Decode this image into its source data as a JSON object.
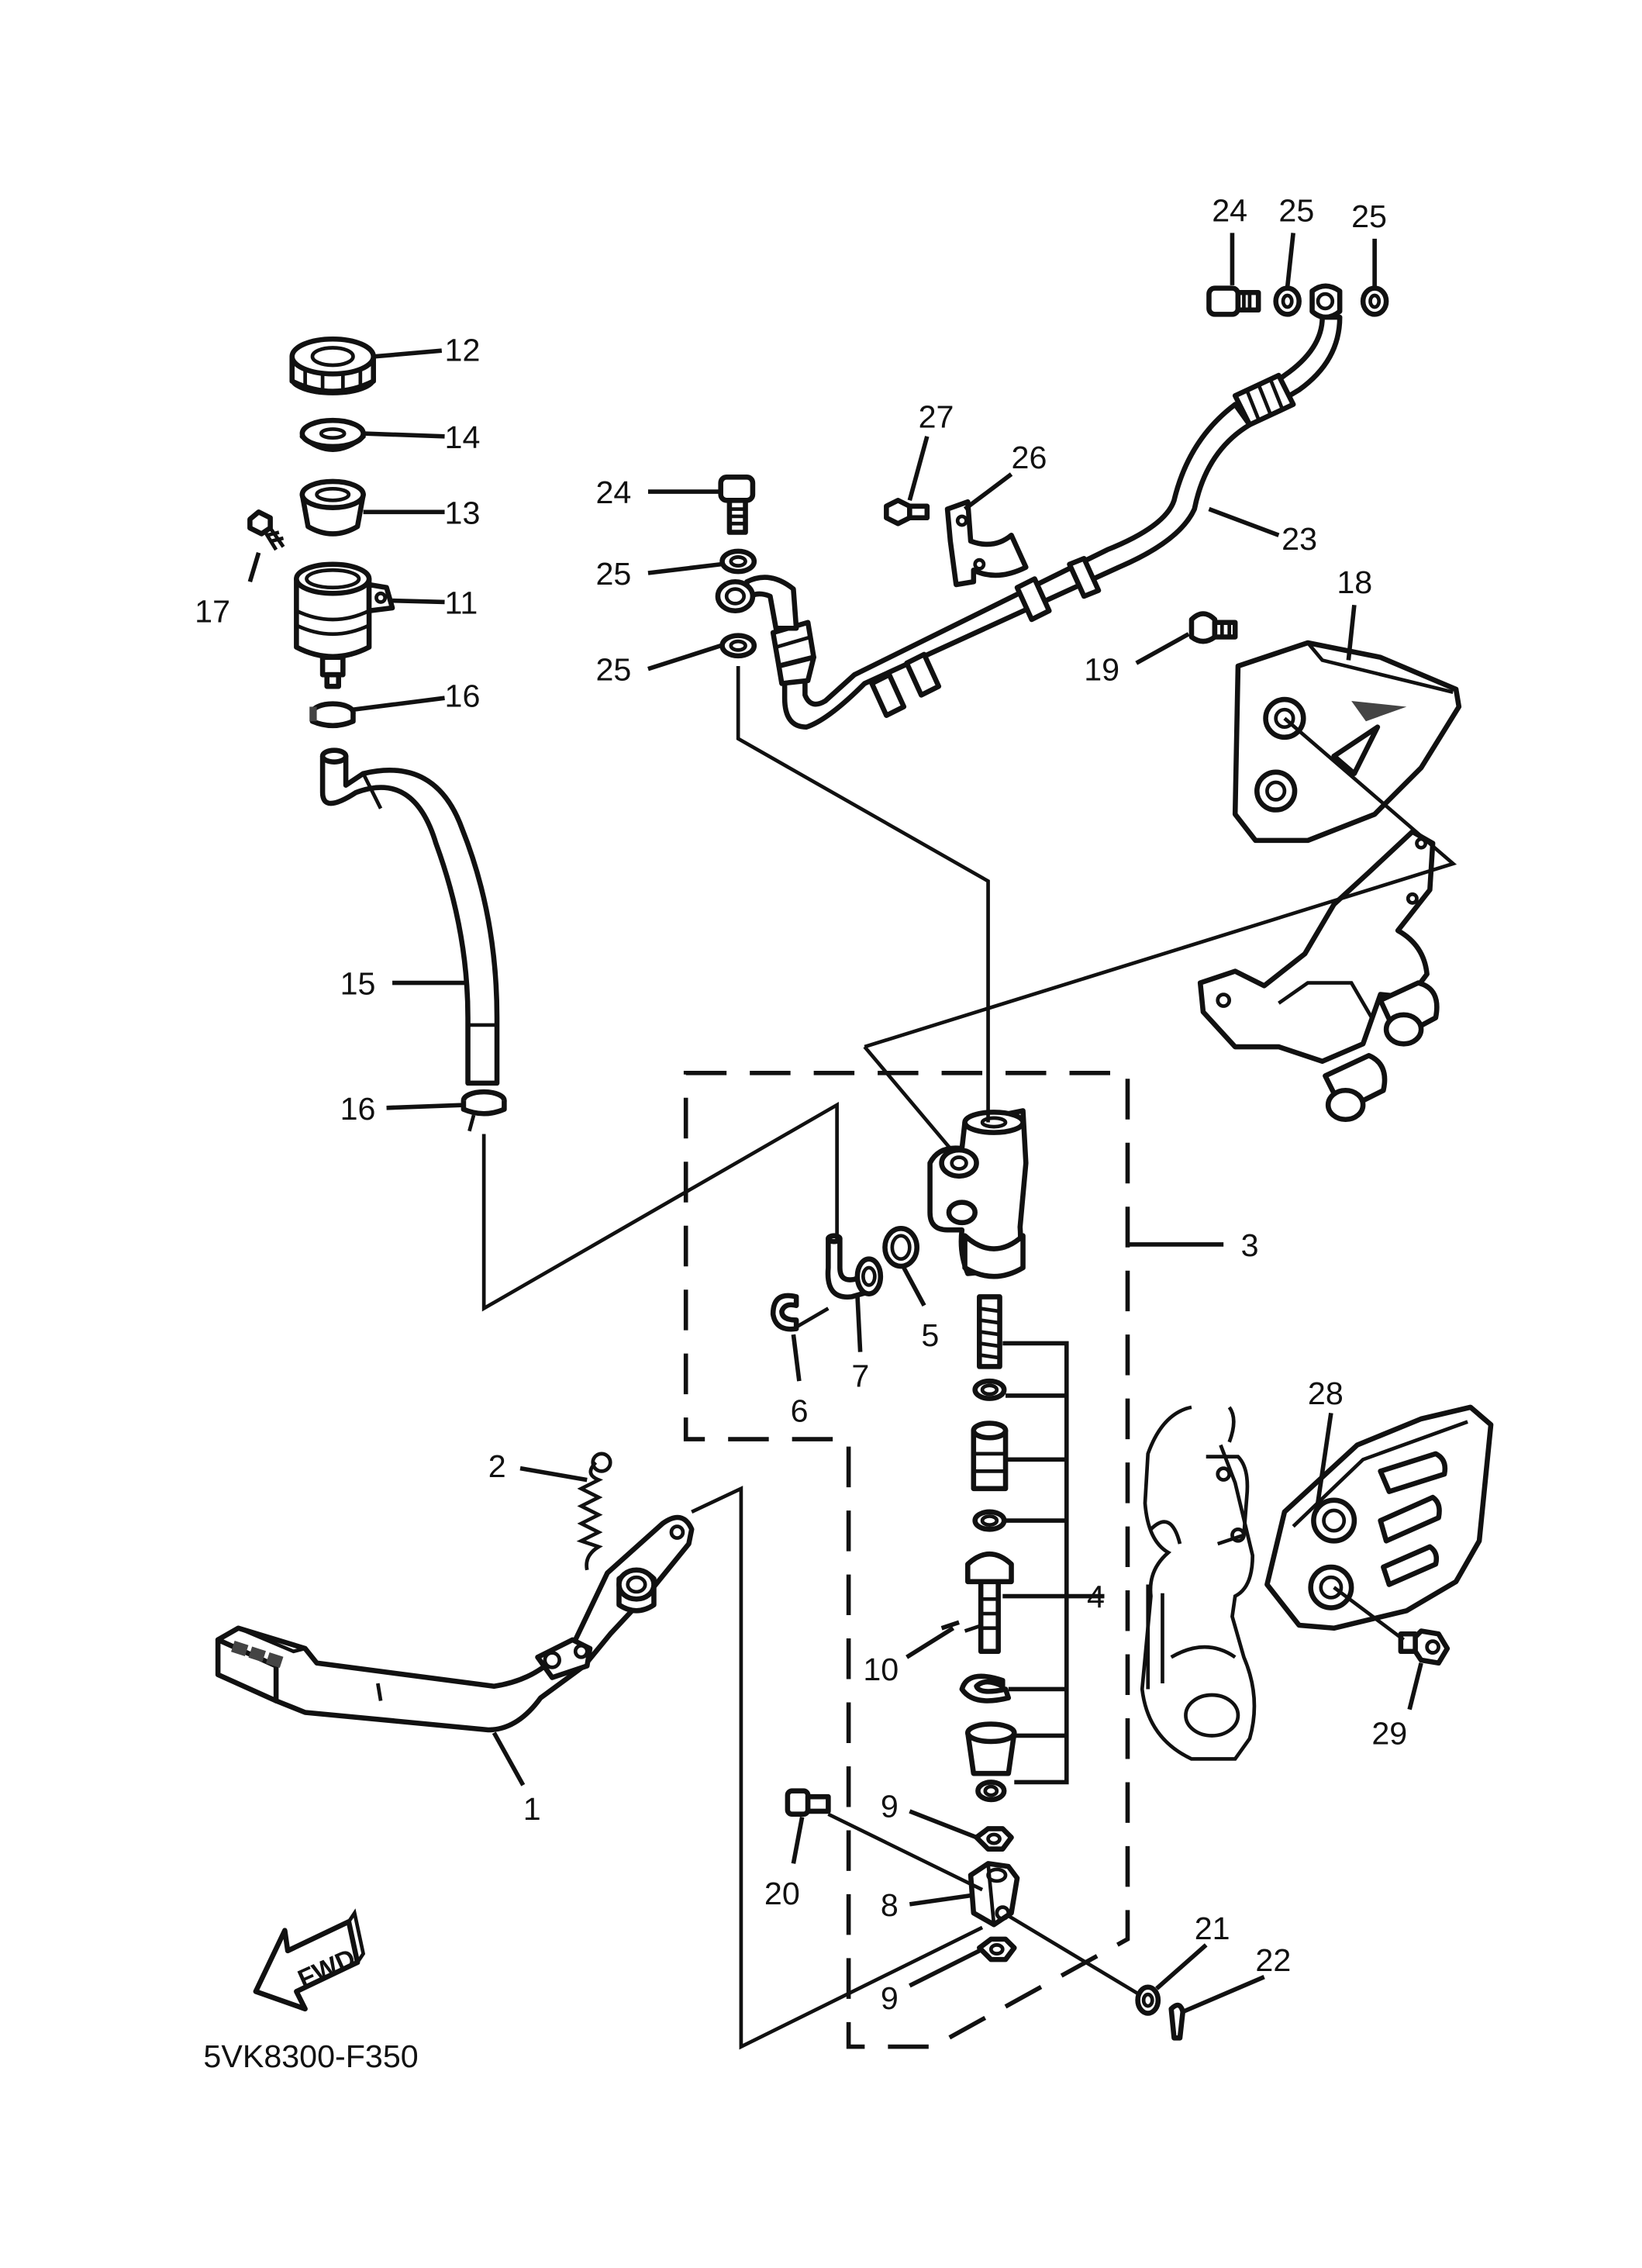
{
  "diagram_code": "5VK8300-F350",
  "fwd_label": "FWD",
  "callouts": [
    {
      "id": "c1",
      "text": "1"
    },
    {
      "id": "c2",
      "text": "2"
    },
    {
      "id": "c3",
      "text": "3"
    },
    {
      "id": "c4",
      "text": "4"
    },
    {
      "id": "c5",
      "text": "5"
    },
    {
      "id": "c6",
      "text": "6"
    },
    {
      "id": "c7",
      "text": "7"
    },
    {
      "id": "c8",
      "text": "8"
    },
    {
      "id": "c9a",
      "text": "9"
    },
    {
      "id": "c9b",
      "text": "9"
    },
    {
      "id": "c10",
      "text": "10"
    },
    {
      "id": "c11",
      "text": "11"
    },
    {
      "id": "c12",
      "text": "12"
    },
    {
      "id": "c13",
      "text": "13"
    },
    {
      "id": "c14",
      "text": "14"
    },
    {
      "id": "c15",
      "text": "15"
    },
    {
      "id": "c16a",
      "text": "16"
    },
    {
      "id": "c16b",
      "text": "16"
    },
    {
      "id": "c17",
      "text": "17"
    },
    {
      "id": "c18",
      "text": "18"
    },
    {
      "id": "c19",
      "text": "19"
    },
    {
      "id": "c20",
      "text": "20"
    },
    {
      "id": "c21",
      "text": "21"
    },
    {
      "id": "c22",
      "text": "22"
    },
    {
      "id": "c23",
      "text": "23"
    },
    {
      "id": "c24a",
      "text": "24"
    },
    {
      "id": "c24b",
      "text": "24"
    },
    {
      "id": "c25a",
      "text": "25"
    },
    {
      "id": "c25b",
      "text": "25"
    },
    {
      "id": "c25c",
      "text": "25"
    },
    {
      "id": "c25d",
      "text": "25"
    },
    {
      "id": "c26",
      "text": "26"
    },
    {
      "id": "c27",
      "text": "27"
    },
    {
      "id": "c28",
      "text": "28"
    },
    {
      "id": "c29",
      "text": "29"
    }
  ]
}
